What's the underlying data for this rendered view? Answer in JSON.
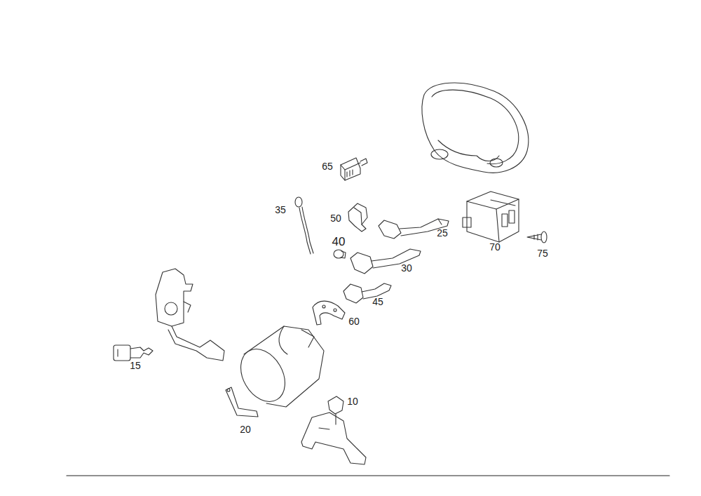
{
  "diagram": {
    "labels": [
      "65",
      "35",
      "50",
      "40",
      "25",
      "70",
      "75",
      "30",
      "45",
      "60",
      "15",
      "10",
      "20"
    ]
  }
}
